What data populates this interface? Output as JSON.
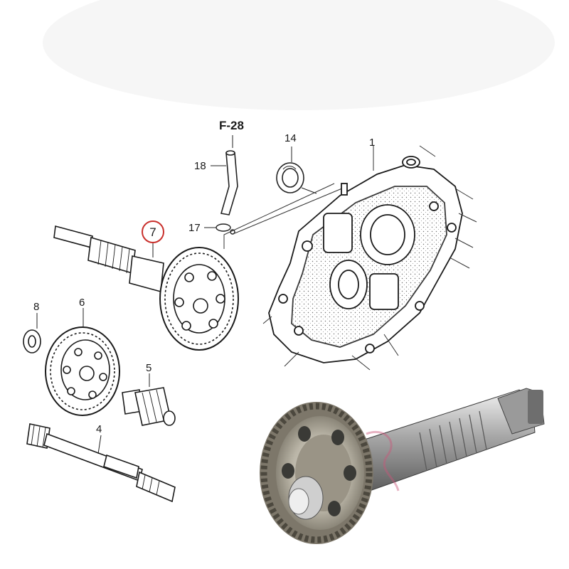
{
  "diagram": {
    "ref_label": "F-28",
    "callouts": [
      {
        "id": "1",
        "label": "1"
      },
      {
        "id": "4",
        "label": "4"
      },
      {
        "id": "5",
        "label": "5"
      },
      {
        "id": "6",
        "label": "6"
      },
      {
        "id": "7",
        "label": "7",
        "highlighted": true
      },
      {
        "id": "8",
        "label": "8"
      },
      {
        "id": "14",
        "label": "14"
      },
      {
        "id": "17",
        "label": "17"
      },
      {
        "id": "18",
        "label": "18"
      }
    ],
    "highlight_color": "#c9302c"
  }
}
